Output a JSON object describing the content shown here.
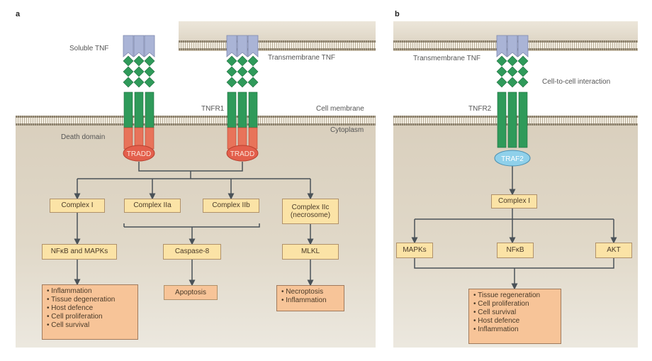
{
  "panel_a": {
    "letter": "a",
    "labels": {
      "soluble_tnf": "Soluble TNF",
      "transmembrane_tnf": "Transmembrane TNF",
      "tnfr1": "TNFR1",
      "cell_membrane": "Cell membrane",
      "cytoplasm": "Cytoplasm",
      "death_domain": "Death domain"
    },
    "adaptors": [
      "TRADD",
      "TRADD"
    ],
    "complexes": [
      "Complex I",
      "Complex IIa",
      "Complex IIb",
      "Complex IIc (necrosome)"
    ],
    "mediators": {
      "nfkb_mapks": "NFκB and MAPKs",
      "caspase8": "Caspase-8",
      "mlkl": "MLKL"
    },
    "outcomes": {
      "complex_i": [
        "Inflammation",
        "Tissue degeneration",
        "Host defence",
        "Cell proliferation",
        "Cell survival"
      ],
      "apoptosis": "Apoptosis",
      "necrosome": [
        "Necroptosis",
        "Inflammation"
      ]
    }
  },
  "panel_b": {
    "letter": "b",
    "labels": {
      "transmembrane_tnf": "Transmembrane TNF",
      "cell_to_cell": "Cell-to-cell interaction",
      "tnfr2": "TNFR2"
    },
    "adaptor": "TRAF2",
    "complex": "Complex I",
    "mediators": [
      "MAPKs",
      "NFκB",
      "AKT"
    ],
    "outcomes": [
      "Tissue regeneration",
      "Cell proliferation",
      "Cell survival",
      "Host defence",
      "Inflammation"
    ]
  },
  "colors": {
    "tnf": "#aab4d6",
    "receptor": "#2f9a5a",
    "death_domain": "#e8735a",
    "tradd": "#e35f4c",
    "traf2": "#8fd0ea",
    "box": "#fbe3a6",
    "outcome_box": "#f7c498",
    "arrow": "#4a5258"
  }
}
